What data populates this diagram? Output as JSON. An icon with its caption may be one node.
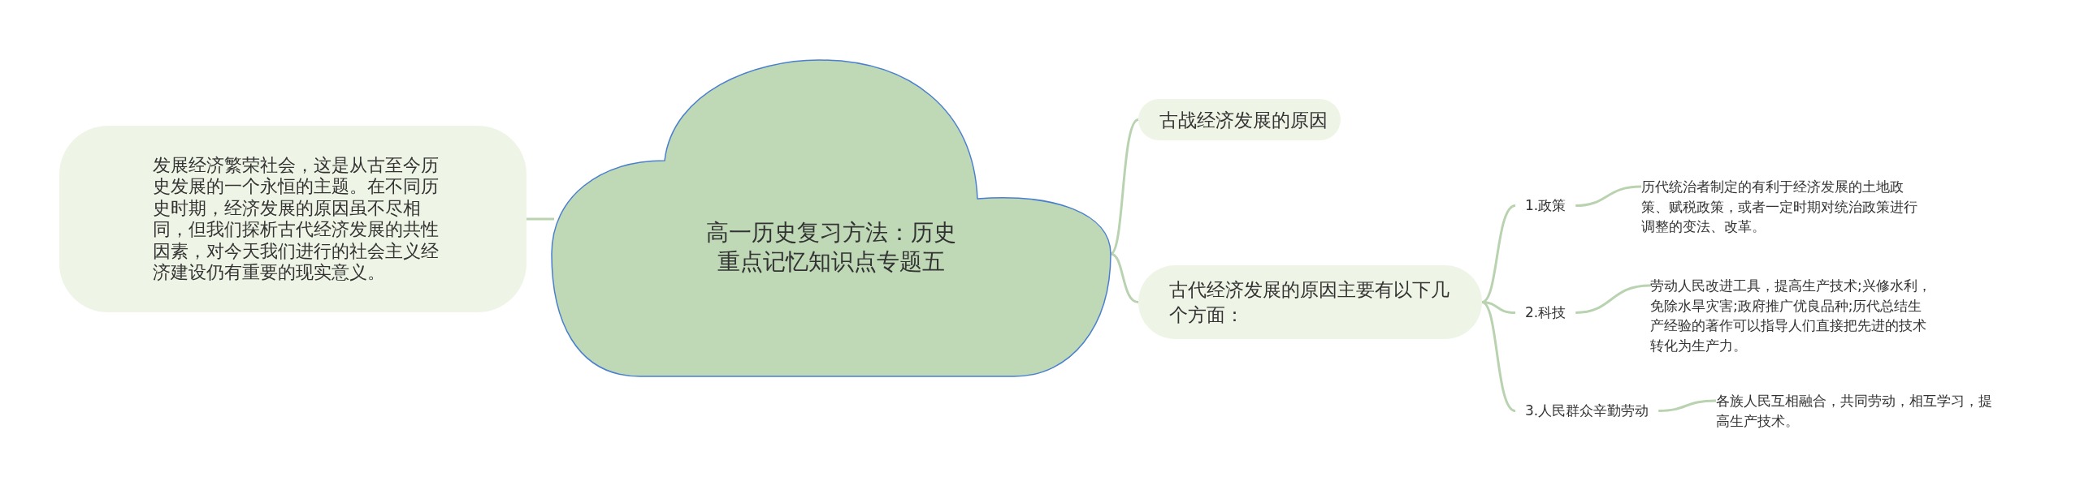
{
  "diagram": {
    "nodes": [
      {
        "text": [
          "高一历史复习方法：历史重点记忆知识点专题五"
        ]
      },
      {
        "text": [
          "发展经济繁荣社会，这是从古至今历史发展的一个永恒的主题。在不同历史时期，经济发展的原因虽不尽相同，但我们探析古代经济发展的共性因素，对今天我们进行的社会主义经济建设仍有重要的现实意义。"
        ]
      },
      {
        "text": [
          "古战经济发展的原因"
        ]
      },
      {
        "text": [
          "古代经济发展的原因主要有以下几个方面："
        ]
      },
      {
        "text": [
          "1.政策"
        ]
      },
      {
        "text": [
          "历代统治者制定的有利于经济发展的土地政策、赋税政策，或者一定时期对统治政策进行调整的变法、改革。"
        ]
      },
      {
        "text": [
          "2.科技"
        ]
      },
      {
        "text": [
          "劳动人民改进工具，提高生产技术;兴修水利，免除水旱灾害;政府推广优良品种;历代总结生产经验的著作可以指导人们直接把先进的技术转化为生产力。"
        ]
      },
      {
        "text": [
          "3.人民群众辛勤劳动"
        ]
      },
      {
        "text": [
          "各族人民互相融合，共同劳动，相互学习，提高生产技术。"
        ]
      }
    ],
    "edges": [
      {
        "from": 0,
        "to": 1,
        "arrow": "none"
      },
      {
        "from": 0,
        "to": 2,
        "arrow": "none"
      },
      {
        "from": 0,
        "to": 3,
        "arrow": "none"
      },
      {
        "from": 3,
        "to": 4,
        "arrow": "none"
      },
      {
        "from": 3,
        "to": 6,
        "arrow": "none"
      },
      {
        "from": 3,
        "to": 8,
        "arrow": "none"
      },
      {
        "from": 4,
        "to": 5,
        "arrow": "none"
      },
      {
        "from": 6,
        "to": 7,
        "arrow": "none"
      },
      {
        "from": 8,
        "to": 9,
        "arrow": "none"
      }
    ]
  }
}
